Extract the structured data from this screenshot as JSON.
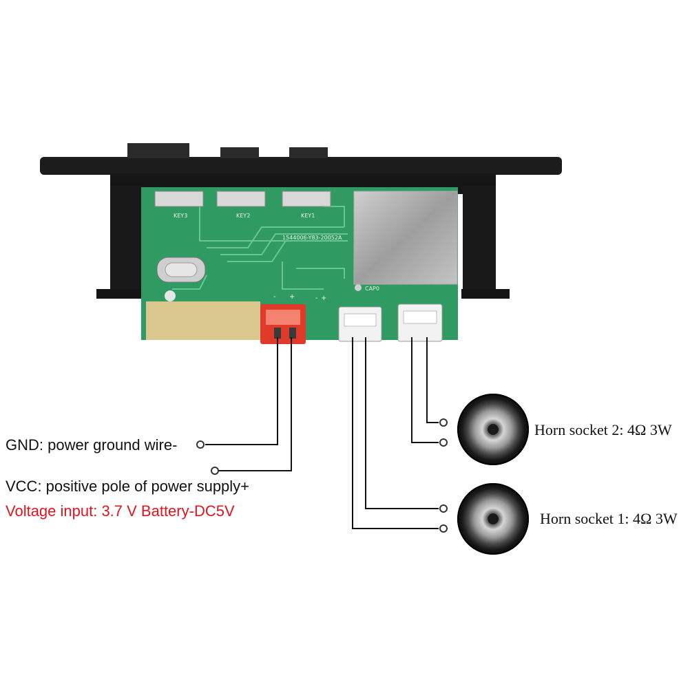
{
  "labels": {
    "gnd": "GND: power ground wire-",
    "vcc": "VCC: positive pole of power supply+",
    "voltage": "Voltage input: 3.7 V Battery-DC5V",
    "horn2": "Horn socket 2: 4Ω 3W",
    "horn1": "Horn socket 1: 4Ω 3W"
  },
  "board": {
    "silk_row": "1544006-Y83-20052A",
    "keys": [
      "KEY3",
      "KEY2",
      "KEY1"
    ],
    "cap": "CAP0",
    "pin_power_minus": "-",
    "pin_power_plus": "+",
    "pin_left_minus": "-",
    "pin_left_plus": "+"
  },
  "colors": {
    "pcb": "#2f9a62",
    "pcb_dark": "#1f7a48",
    "bezel": "#1c1c1c",
    "connector_red": "#e03a2a",
    "label_red": "#e0141e",
    "wire": "#111111"
  }
}
